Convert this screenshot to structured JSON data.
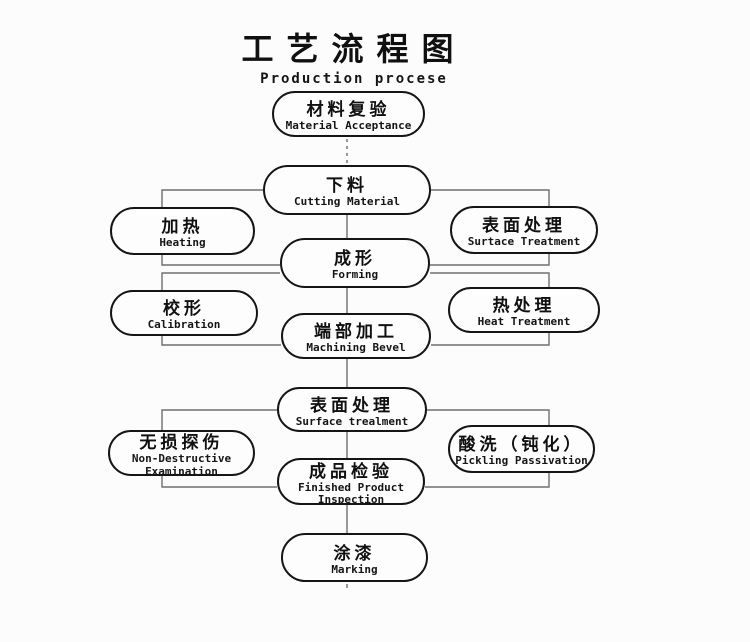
{
  "title": {
    "zh": "工艺流程图",
    "en": "Production procese"
  },
  "colors": {
    "line": "#6f6f6f",
    "box_border": "#151515",
    "text": "#141414",
    "background": "#fcfcfc"
  },
  "nodes": [
    {
      "id": "material-acceptance",
      "zh": "材料复验",
      "en": "Material Acceptance"
    },
    {
      "id": "cutting-material",
      "zh": "下料",
      "en": "Cutting Material"
    },
    {
      "id": "heating",
      "zh": "加热",
      "en": "Heating"
    },
    {
      "id": "surface-treatment",
      "zh": "表面处理",
      "en": "Surtace Treatment"
    },
    {
      "id": "forming",
      "zh": "成形",
      "en": "Forming"
    },
    {
      "id": "calibration",
      "zh": "校形",
      "en": "Calibration"
    },
    {
      "id": "heat-treatment",
      "zh": "热处理",
      "en": "Heat Treatment"
    },
    {
      "id": "machining-bevel",
      "zh": "端部加工",
      "en": "Machining Bevel"
    },
    {
      "id": "surface-trealment",
      "zh": "表面处理",
      "en": "Surface trealment"
    },
    {
      "id": "non-destructive-examination",
      "zh": "无损探伤",
      "en": "Non-Destructive Examination"
    },
    {
      "id": "pickling-passivation",
      "zh": "酸洗（钝化）",
      "en": "Pickling Passivation"
    },
    {
      "id": "finished-product-inspection",
      "zh": "成品检验",
      "en": "Finished Product Inspection"
    },
    {
      "id": "marking",
      "zh": "涂漆",
      "en": "Marking"
    }
  ],
  "edges": [
    {
      "from": "material-acceptance",
      "to": "cutting-material",
      "style": "dashed"
    },
    {
      "from": "cutting-material",
      "to": "heating"
    },
    {
      "from": "cutting-material",
      "to": "surface-treatment"
    },
    {
      "from": "cutting-material",
      "to": "forming"
    },
    {
      "from": "heating",
      "to": "forming"
    },
    {
      "from": "surface-treatment",
      "to": "forming"
    },
    {
      "from": "forming",
      "to": "calibration"
    },
    {
      "from": "forming",
      "to": "heat-treatment"
    },
    {
      "from": "forming",
      "to": "machining-bevel"
    },
    {
      "from": "calibration",
      "to": "machining-bevel"
    },
    {
      "from": "heat-treatment",
      "to": "machining-bevel"
    },
    {
      "from": "machining-bevel",
      "to": "surface-trealment"
    },
    {
      "from": "surface-trealment",
      "to": "non-destructive-examination"
    },
    {
      "from": "surface-trealment",
      "to": "pickling-passivation"
    },
    {
      "from": "surface-trealment",
      "to": "finished-product-inspection"
    },
    {
      "from": "non-destructive-examination",
      "to": "finished-product-inspection"
    },
    {
      "from": "pickling-passivation",
      "to": "finished-product-inspection"
    },
    {
      "from": "finished-product-inspection",
      "to": "marking"
    }
  ]
}
